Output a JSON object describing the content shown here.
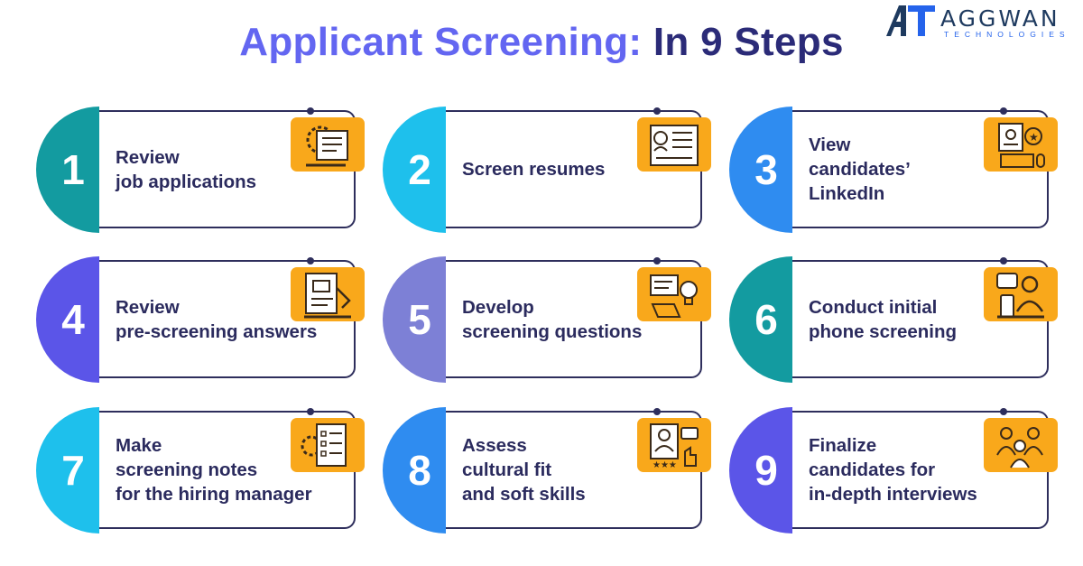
{
  "title": {
    "part1": "Applicant Screening:",
    "part2": "In 9 Steps"
  },
  "logo": {
    "brand": "AGGWAN",
    "sub": "TECHNOLOGIES",
    "mark": "AT"
  },
  "steps": [
    {
      "number": "1",
      "lines": [
        "Review",
        "job applications"
      ],
      "color": "#139ba0",
      "icon": "document-gear-icon"
    },
    {
      "number": "2",
      "lines": [
        "Screen resumes"
      ],
      "color": "#1ec0ec",
      "icon": "resume-icon"
    },
    {
      "number": "3",
      "lines": [
        "View",
        "candidates’",
        "LinkedIn"
      ],
      "color": "#2f8cf0",
      "icon": "profile-computer-icon"
    },
    {
      "number": "4",
      "lines": [
        "Review",
        "pre-screening answers"
      ],
      "color": "#5b55e8",
      "icon": "papers-icon"
    },
    {
      "number": "5",
      "lines": [
        "Develop",
        "screening questions"
      ],
      "color": "#7d80d6",
      "icon": "idea-icon"
    },
    {
      "number": "6",
      "lines": [
        "Conduct initial",
        "phone screening"
      ],
      "color": "#139ba0",
      "icon": "call-person-icon"
    },
    {
      "number": "7",
      "lines": [
        "Make",
        "screening notes",
        "for the hiring manager"
      ],
      "color": "#1ec0ec",
      "icon": "checklist-gear-icon"
    },
    {
      "number": "8",
      "lines": [
        "Assess",
        "cultural fit",
        "and soft skills"
      ],
      "color": "#2f8cf0",
      "icon": "feedback-icon"
    },
    {
      "number": "9",
      "lines": [
        "Finalize",
        "candidates for",
        "in-depth interviews"
      ],
      "color": "#5b55e8",
      "icon": "team-icon"
    }
  ]
}
